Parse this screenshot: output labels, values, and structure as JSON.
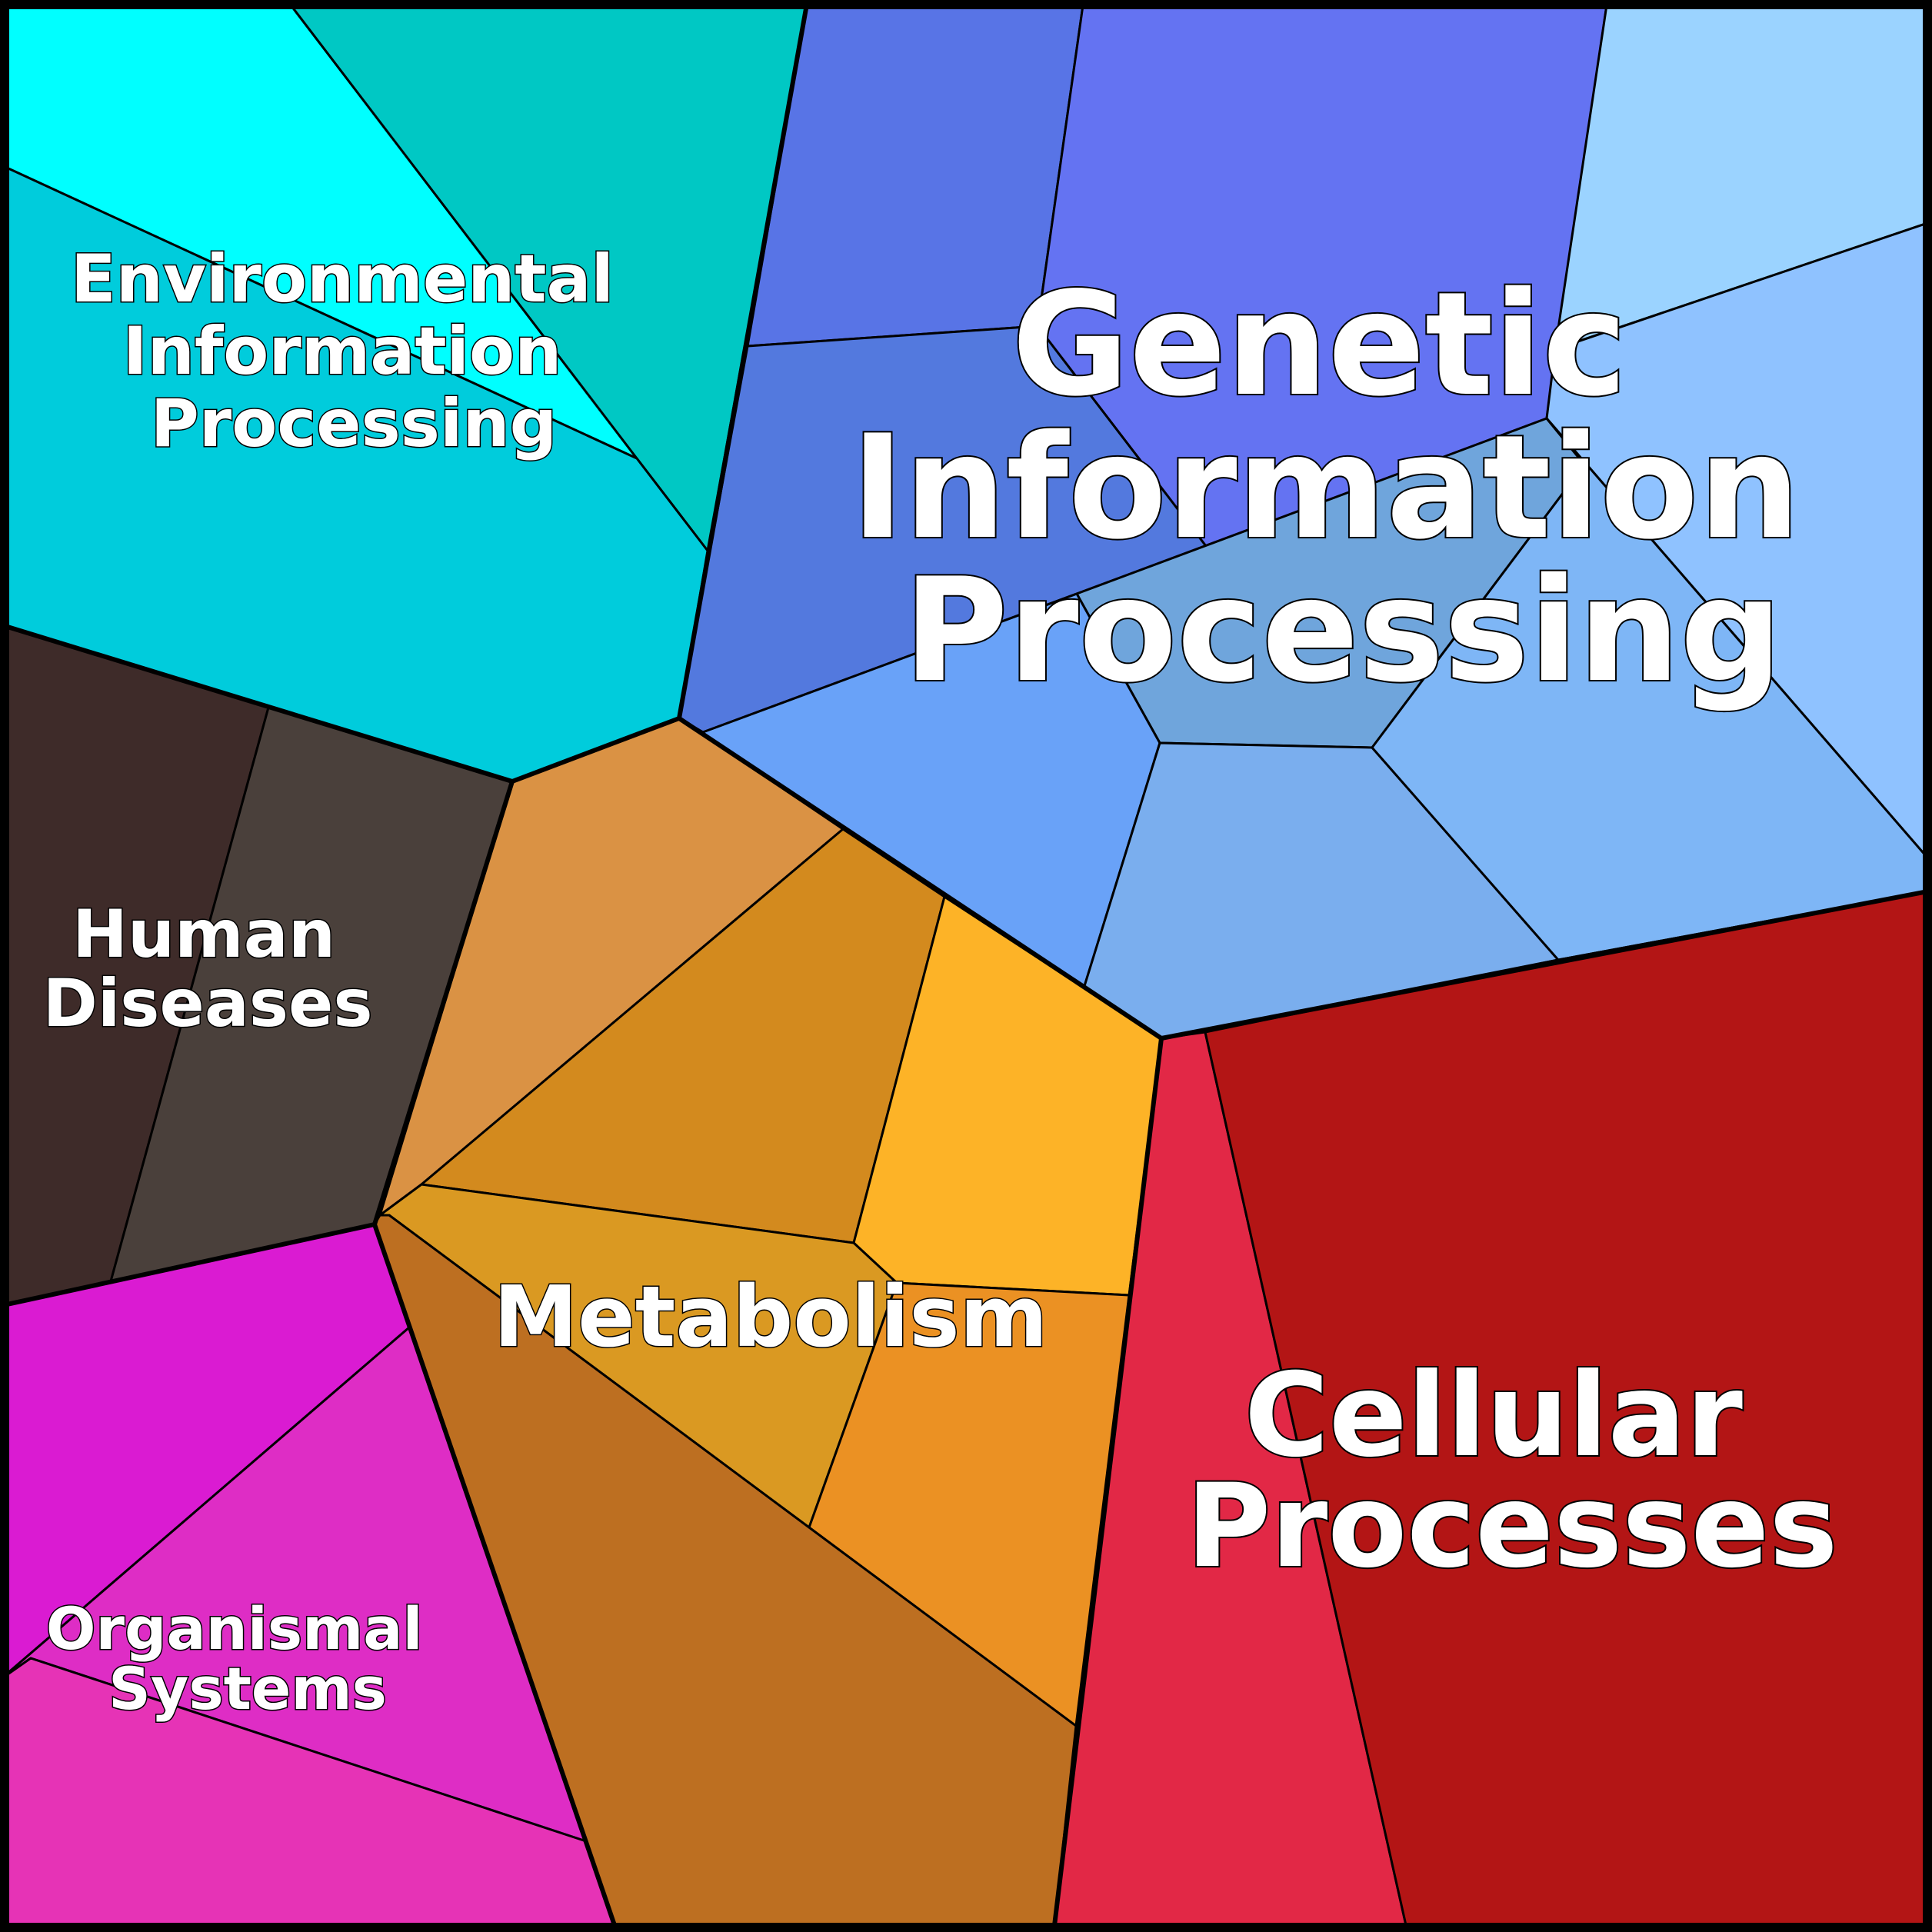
{
  "categories": [
    {
      "id": "environmental",
      "label_lines": [
        "Environmental",
        "Information",
        "Processing"
      ],
      "colors": [
        "#00FFFF",
        "#00C8C4",
        "#00CCDC",
        "#00D3E0"
      ]
    },
    {
      "id": "genetic",
      "label_lines": [
        "Genetic",
        "Information",
        "Processing"
      ],
      "colors": [
        "#5874E6",
        "#6473F2",
        "#9BD3FF",
        "#5379DE",
        "#8FC2FF",
        "#6FA5DC",
        "#69A2F8",
        "#7AAEEE",
        "#7EB6F6"
      ]
    },
    {
      "id": "human-diseases",
      "label_lines": [
        "Human",
        "Diseases"
      ],
      "colors": [
        "#3E2B29",
        "#4A403B"
      ]
    },
    {
      "id": "metabolism",
      "label_lines": [
        "Metabolism"
      ],
      "colors": [
        "#DA9244",
        "#D38A1E",
        "#FDB327",
        "#DA9922",
        "#EB9123",
        "#BD6F21"
      ]
    },
    {
      "id": "organismal-systems",
      "label_lines": [
        "Organismal",
        "Systems"
      ],
      "colors": [
        "#DA1BD2",
        "#DE2DC5",
        "#E633B6"
      ]
    },
    {
      "id": "cellular-processes",
      "label_lines": [
        "Cellular",
        "Processes"
      ],
      "colors": [
        "#E22846",
        "#B31515"
      ]
    }
  ]
}
